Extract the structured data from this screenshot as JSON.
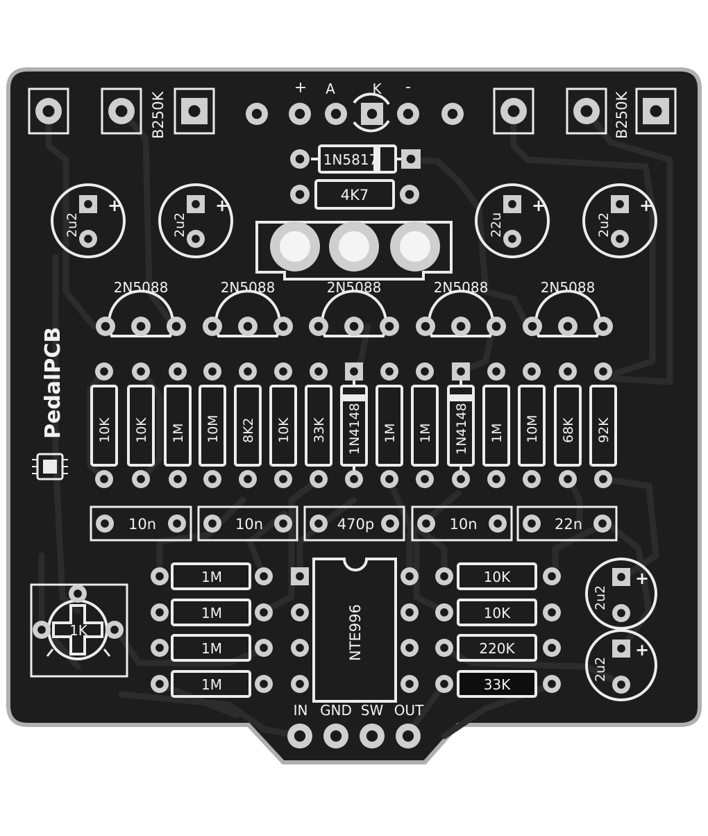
{
  "colors": {
    "board": "#1d1d1d",
    "edge": "#b0b0b0",
    "silk": "#ececec",
    "copper": "#cfcfcf",
    "trace": "#2a2a2a",
    "drill": "#1a1a1a"
  },
  "labels": {
    "pot_left": "B250K",
    "pot_right": "B250K",
    "power_plus": "+",
    "power_minus": "-",
    "led_a": "A",
    "led_k": "K",
    "diode_top": "1N5817",
    "resistor_top": "4K7",
    "brand": "PedalPCB",
    "trimmer": "1K",
    "ic": "NTE996",
    "footswitch": [
      "IN",
      "GND",
      "SW",
      "OUT"
    ]
  },
  "transistors": [
    "2N5088",
    "2N5088",
    "2N5088",
    "2N5088",
    "2N5088"
  ],
  "top_caps": [
    "2u2",
    "2u2",
    "22u",
    "2u2"
  ],
  "right_caps": [
    "2u2",
    "2u2"
  ],
  "resistor_bank": [
    "10K",
    "10K",
    "1M",
    "10M",
    "8K2",
    "10K",
    "33K",
    "1N4148",
    "1M",
    "1M",
    "1N4148",
    "1M",
    "10M",
    "68K",
    "92K"
  ],
  "film_caps": [
    "10n",
    "10n",
    "470p",
    "10n",
    "22n"
  ],
  "left_resistors": [
    "1M",
    "1M",
    "1M",
    "1M"
  ],
  "right_resistors": [
    "10K",
    "10K",
    "220K",
    "33K"
  ]
}
